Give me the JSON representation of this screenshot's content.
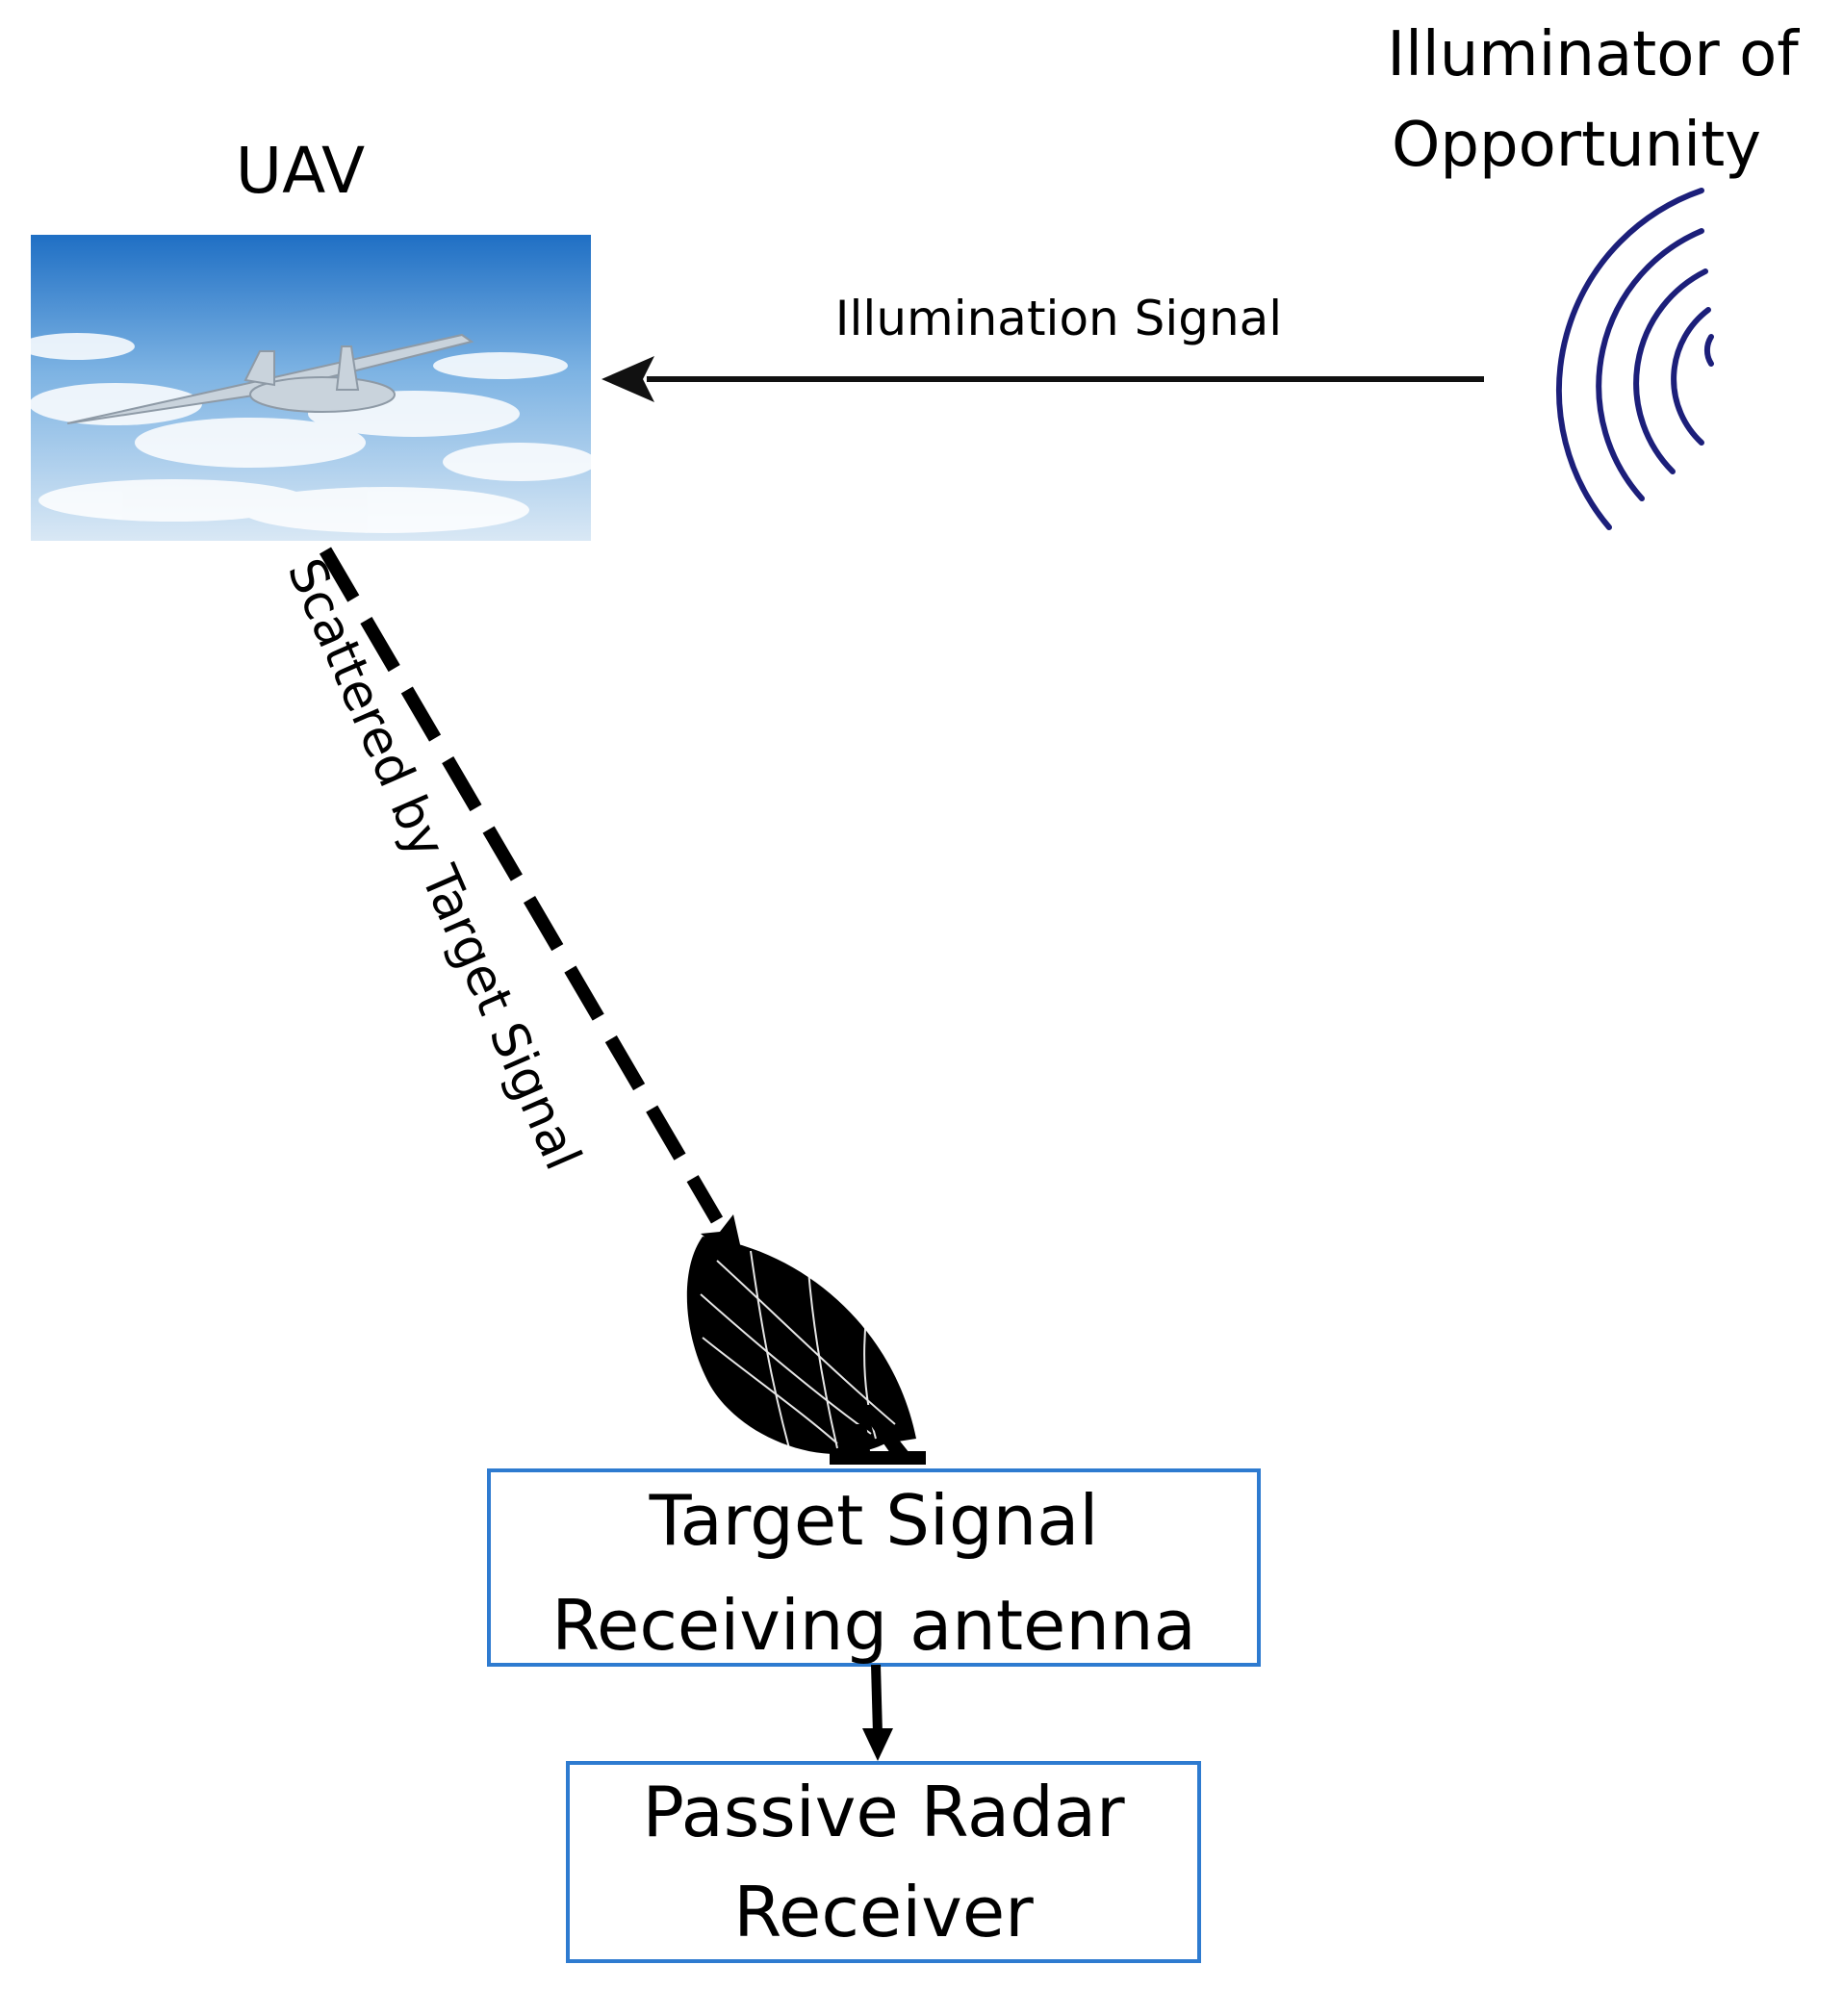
{
  "uav": {
    "label": "UAV"
  },
  "illuminator": {
    "line1": "Illuminator of",
    "line2": "Opportunity"
  },
  "illumination_signal": {
    "label": "Illumination Signal"
  },
  "scattered_signal": {
    "label": "Scattered by Target Signal"
  },
  "antenna_box": {
    "line1": "Target Signal",
    "line2": "Receiving antenna"
  },
  "receiver_box": {
    "line1": "Passive Radar",
    "line2": "Receiver"
  },
  "colors": {
    "box_border": "#2e7bd0",
    "wave": "#1c1f7a",
    "sky_top": "#1f6fc4",
    "sky_bottom": "#d9e8f5"
  },
  "icons": {
    "uav_image": "uav-photo-icon",
    "waves": "radio-wave-icon",
    "dish": "satellite-dish-icon"
  }
}
